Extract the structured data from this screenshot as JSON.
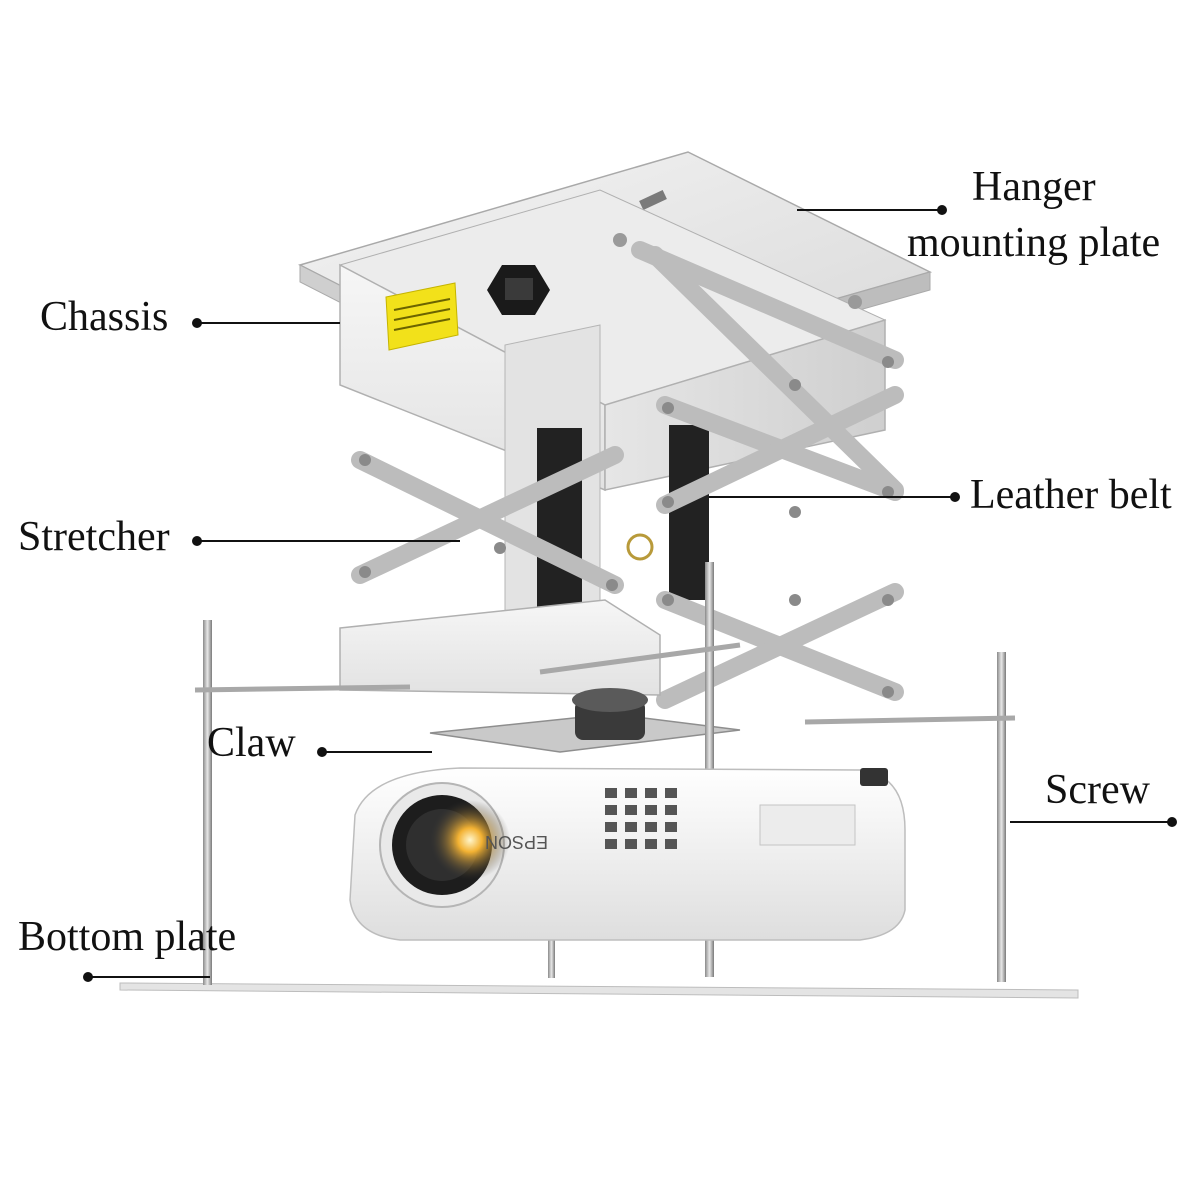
{
  "labels": {
    "hanger_line1": "Hanger",
    "hanger_line2": "mounting plate",
    "chassis": "Chassis",
    "stretcher": "Stretcher",
    "leather_belt": "Leather belt",
    "claw": "Claw",
    "screw": "Screw",
    "bottom_plate": "Bottom plate"
  },
  "product": {
    "brand_text": "EPSON"
  }
}
